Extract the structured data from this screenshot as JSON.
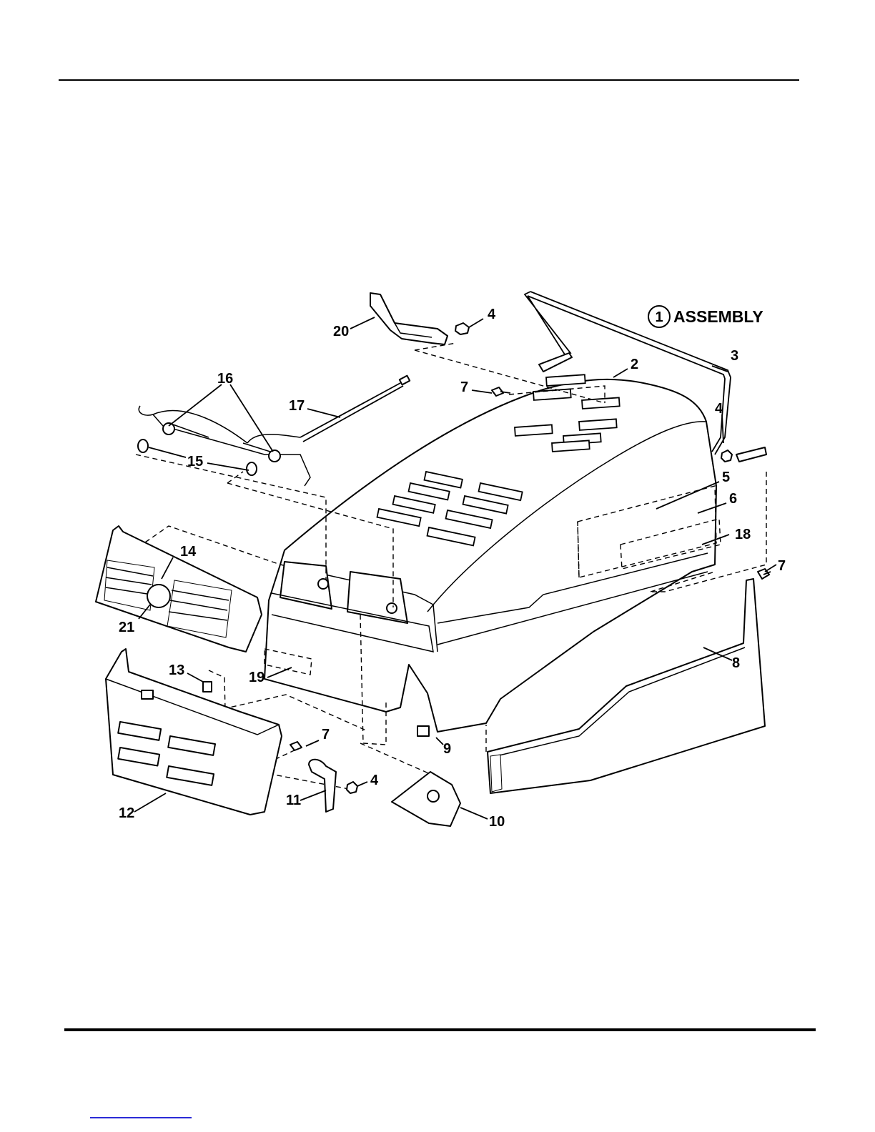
{
  "diagram": {
    "title_number": "1",
    "title_text": "ASSEMBLY",
    "callouts": [
      {
        "id": "c2",
        "label": "2"
      },
      {
        "id": "c3",
        "label": "3"
      },
      {
        "id": "c4a",
        "label": "4"
      },
      {
        "id": "c4b",
        "label": "4"
      },
      {
        "id": "c4c",
        "label": "4"
      },
      {
        "id": "c5",
        "label": "5"
      },
      {
        "id": "c6",
        "label": "6"
      },
      {
        "id": "c7a",
        "label": "7"
      },
      {
        "id": "c7b",
        "label": "7"
      },
      {
        "id": "c7c",
        "label": "7"
      },
      {
        "id": "c8",
        "label": "8"
      },
      {
        "id": "c9",
        "label": "9"
      },
      {
        "id": "c10",
        "label": "10"
      },
      {
        "id": "c11",
        "label": "11"
      },
      {
        "id": "c12",
        "label": "12"
      },
      {
        "id": "c13",
        "label": "13"
      },
      {
        "id": "c14",
        "label": "14"
      },
      {
        "id": "c15",
        "label": "15"
      },
      {
        "id": "c16",
        "label": "16"
      },
      {
        "id": "c17",
        "label": "17"
      },
      {
        "id": "c18",
        "label": "18"
      },
      {
        "id": "c19",
        "label": "19"
      },
      {
        "id": "c20",
        "label": "20"
      },
      {
        "id": "c21",
        "label": "21"
      }
    ]
  }
}
